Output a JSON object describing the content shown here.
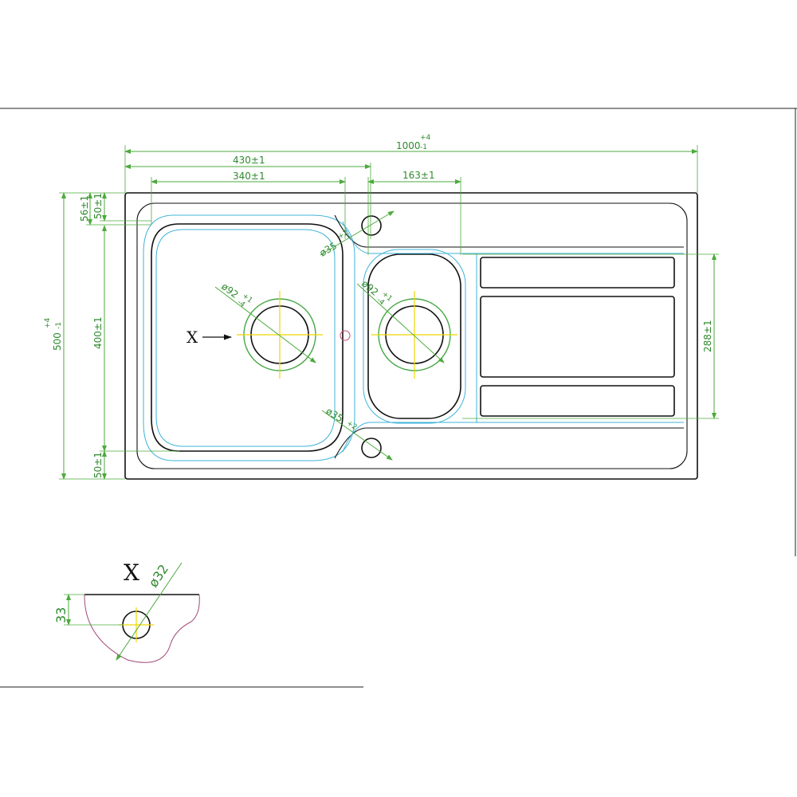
{
  "drawing": {
    "overall_width": {
      "base": "1000",
      "tolerance_upper": "+4",
      "tolerance_lower": "-1"
    },
    "overall_depth": {
      "base": "500",
      "tolerance_upper": "+4",
      "tolerance_lower": "-1"
    },
    "main_bowl_offset": "430±1",
    "main_bowl_width": "340±1",
    "second_bowl_width": "163±1",
    "top_margin_outer": "56±1",
    "top_margin_inner": "50±1",
    "main_bowl_depth": "400±1",
    "bottom_margin": "50±1",
    "drainer_depth": "288±1",
    "tap_hole_top": "ø35",
    "tap_hole_top_tol": "+2",
    "tap_hole_bottom": "ø35",
    "tap_hole_bottom_tol": "+2",
    "main_waste": "ø92",
    "main_waste_tol_upper": "+1",
    "main_waste_tol_lower": "-4",
    "second_waste": "ø92",
    "second_waste_tol_upper": "+1",
    "second_waste_tol_lower": "-4",
    "detail_pointer": "X",
    "detail": {
      "label": "X",
      "hole_diameter": "ø32",
      "offset": "33"
    }
  }
}
